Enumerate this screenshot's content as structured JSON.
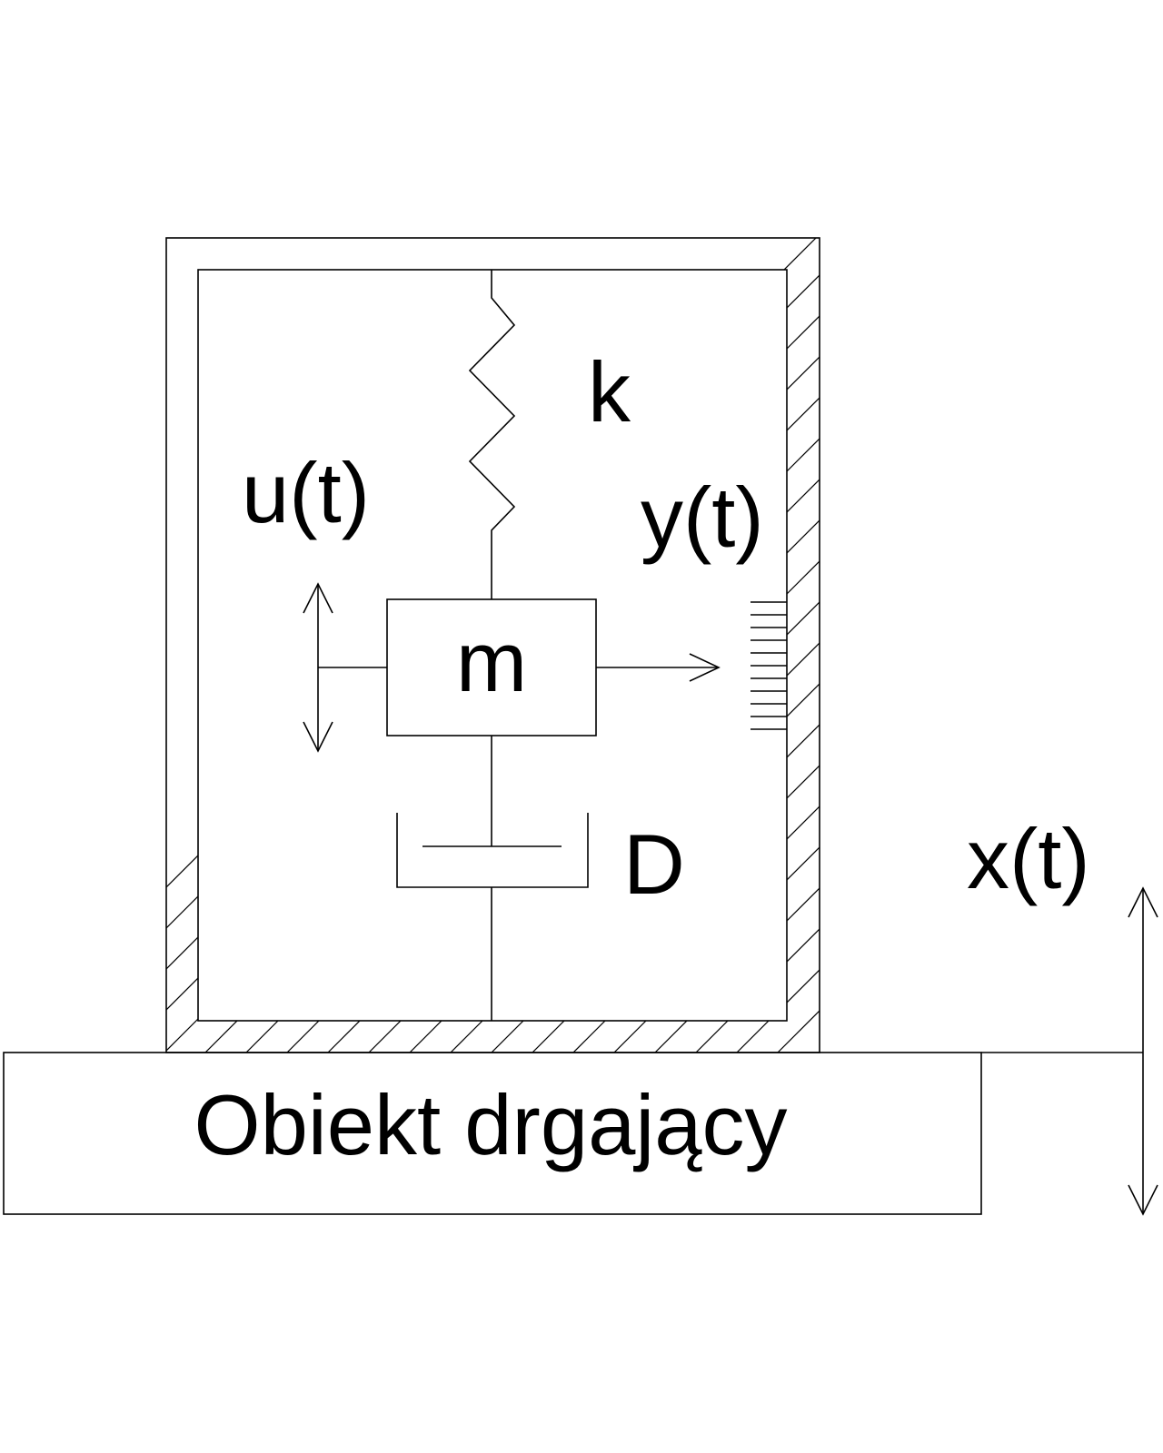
{
  "labels": {
    "spring": "k",
    "input": "u(t)",
    "output": "y(t)",
    "mass": "m",
    "damper": "D",
    "base_motion": "x(t)",
    "object": "Obiekt drgający"
  },
  "colors": {
    "line": "#000000",
    "background": "#ffffff",
    "object_gradient_start": "#a6a6a6",
    "object_gradient_end": "#ffffff"
  }
}
